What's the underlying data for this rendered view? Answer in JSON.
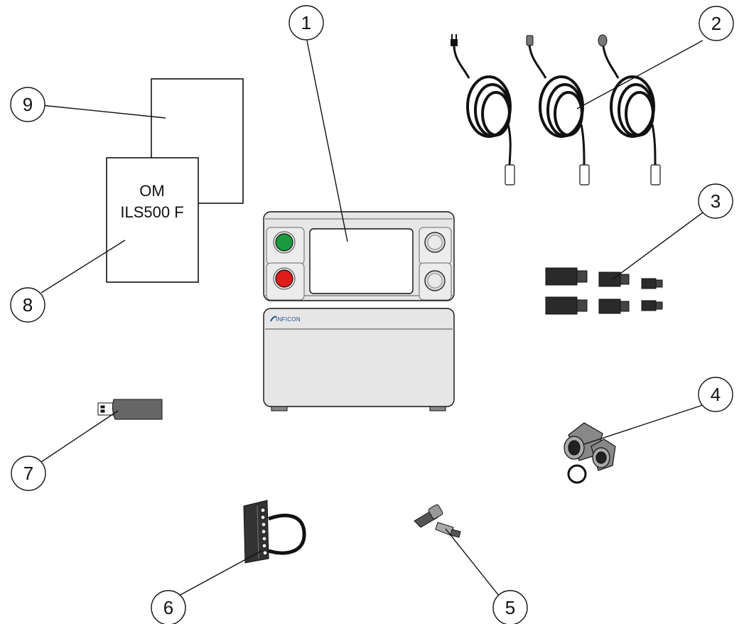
{
  "callouts": {
    "c1": "1",
    "c2": "2",
    "c3": "3",
    "c4": "4",
    "c5": "5",
    "c6": "6",
    "c7": "7",
    "c8": "8",
    "c9": "9"
  },
  "manual": {
    "line1": "OM",
    "line2": "ILS500 F"
  },
  "device": {
    "brand": "INFICON"
  },
  "colors": {
    "start_button": "#1a9a3c",
    "stop_button": "#e01b1b",
    "cable": "#111111",
    "housing": "#e6e6e6"
  }
}
